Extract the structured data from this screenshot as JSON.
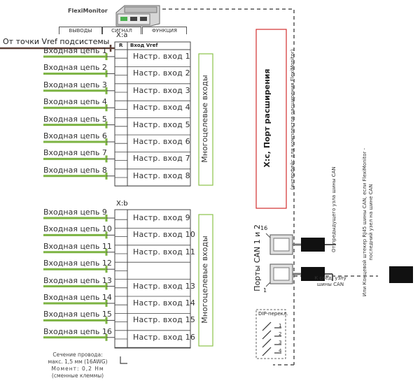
{
  "device": {
    "name": "FlexiMonitor",
    "tabs": [
      "ВЫВОДЫ",
      "СИГНАЛ",
      "ФУНКЦИЯ"
    ]
  },
  "vref_label": "От точки Vref подсистемы",
  "connector_a": {
    "label": "X:a",
    "col_r": "R",
    "col_vref": "Вход Vref"
  },
  "connector_b": {
    "label": "X:b"
  },
  "inputs_a": [
    {
      "circuit": "Входная цепь 1",
      "config": "Настр. вход 1"
    },
    {
      "circuit": "Входная цепь 2",
      "config": "Настр. вход 2"
    },
    {
      "circuit": "Входная цепь 3",
      "config": "Настр. вход 3"
    },
    {
      "circuit": "Входная цепь 4",
      "config": "Настр. вход 4"
    },
    {
      "circuit": "Входная цепь 5",
      "config": "Настр. вход 5"
    },
    {
      "circuit": "Входная цепь 6",
      "config": "Настр. вход 6"
    },
    {
      "circuit": "Входная цепь 7",
      "config": "Настр. вход 7"
    },
    {
      "circuit": "Входная цепь 8",
      "config": "Настр. вход 8"
    }
  ],
  "inputs_b": [
    {
      "circuit": "Входная цепь 9",
      "config": "Настр. вход 9"
    },
    {
      "circuit": "Входная цепь 10",
      "config": "Настр. вход 10"
    },
    {
      "circuit": "Входная цепь 11",
      "config": "Настр. вход 11"
    },
    {
      "circuit": "Входная цепь 12",
      "config": ""
    },
    {
      "circuit": "Входная цепь 13",
      "config": "Настр. вход 13"
    },
    {
      "circuit": "Входная цепь 14",
      "config": "Настр. вход 14"
    },
    {
      "circuit": "Входная цепь 15",
      "config": "Настр. вход 15"
    },
    {
      "circuit": "Входная цепь 16",
      "config": "Настр. вход 16"
    }
  ],
  "group_label": "Многоцелевые входы",
  "expansion": {
    "title": "X:c, Порт расширения",
    "subtitle": "(интерфейс для комплектов расширения FlexiMonitor)"
  },
  "can": {
    "ports_label": "Порты CAN 1 и 2",
    "pin_top": "16",
    "pin_bottom": "1",
    "prev_node": "От предыдущего узла шины CAN",
    "next_node": "К след. узлу шины CAN",
    "terminator": "Или Концевой штекер RJ45 шины CAN, если FlexiMonitor - последний узел на шине CAN"
  },
  "dip": {
    "label": "DIP-перекл.",
    "numbers": [
      "1",
      "2",
      "3",
      "4"
    ]
  },
  "wire_note": {
    "line1": "Сечение провода:",
    "line2": "макс. 1,5 мм (16AWG)",
    "line3": "Момент: 0,2 Нм",
    "line4": "(сменные клеммы)"
  },
  "colors": {
    "wire_green": "#7cb342",
    "group_box": "#8bc34a",
    "expansion_box": "#d32f2f",
    "vref_line": "#5d4037"
  }
}
